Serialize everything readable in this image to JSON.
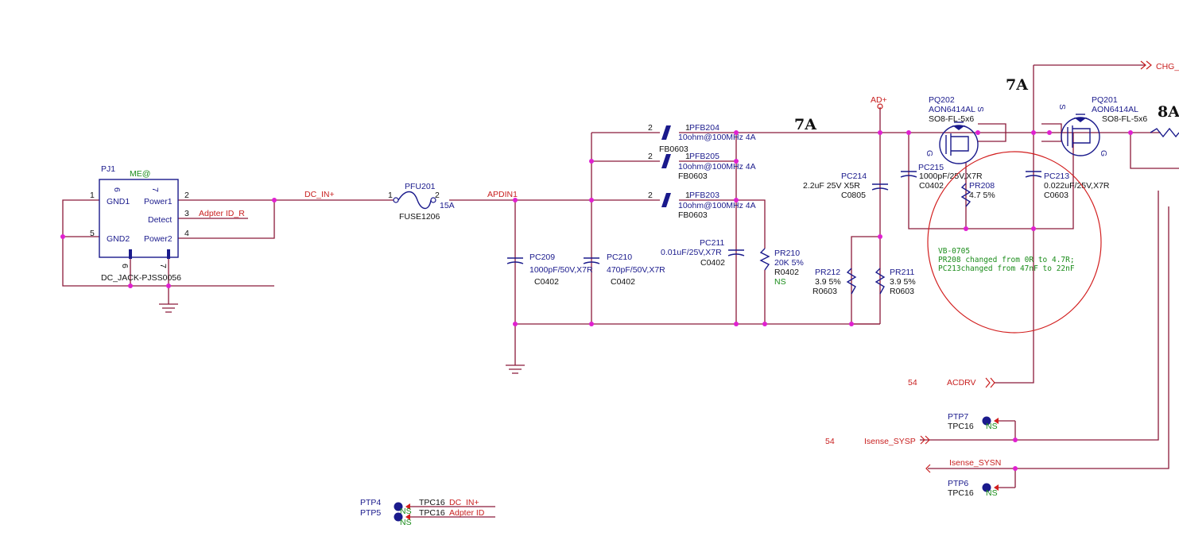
{
  "connector": {
    "refdes": "PJ1",
    "tag": "ME@",
    "part": "DC_JACK-PJSS0056",
    "pin_names": [
      "GND1",
      "GND2",
      "Power1",
      "Detect",
      "Power2"
    ],
    "pin_numbers": [
      "1",
      "5",
      "2",
      "3",
      "4",
      "6",
      "7",
      "6",
      "7"
    ]
  },
  "nets": {
    "dc_in": "DC_IN+",
    "adapter_id_r": "Adpter ID_R",
    "apdin": "APDIN1",
    "ad_plus": "AD+",
    "chg": "CHG_",
    "acdrv": "ACDRV",
    "isense_sysp": "Isense_SYSP",
    "isense_sysn": "Isense_SYSN",
    "adapter_id": "Adpter ID",
    "page_ref": "54"
  },
  "fuse": {
    "refdes": "PFU201",
    "pin1": "1",
    "pin2": "2",
    "rating": "15A",
    "package": "FUSE1206"
  },
  "ferrites": [
    {
      "refdes": "PFB204",
      "pin1": "1",
      "pin2": "2",
      "value": "10ohm@100MHz 4A",
      "package": "FB0603"
    },
    {
      "refdes": "PFB205",
      "pin1": "1",
      "pin2": "2",
      "value": "10ohm@100MHz 4A",
      "package": "FB0603"
    },
    {
      "refdes": "PFB203",
      "pin1": "1",
      "pin2": "2",
      "value": "10ohm@100MHz 4A",
      "package": "FB0603"
    }
  ],
  "capacitors": [
    {
      "refdes": "PC209",
      "value": "1000pF/50V,X7R",
      "package": "C0402"
    },
    {
      "refdes": "PC210",
      "value": "470pF/50V,X7R",
      "package": "C0402"
    },
    {
      "refdes": "PC211",
      "value": "0.01uF/25V,X7R",
      "package": "C0402"
    },
    {
      "refdes": "PC214",
      "value": "2.2uF 25V X5R",
      "package": "C0805"
    },
    {
      "refdes": "PC215",
      "value": "1000pF/25V,X7R",
      "package": "C0402"
    },
    {
      "refdes": "PC213",
      "value": "0.022uF/25V,X7R",
      "package": "C0603"
    }
  ],
  "resistors": [
    {
      "refdes": "PR210",
      "value": "20K 5%",
      "package": "R0402",
      "note": "NS"
    },
    {
      "refdes": "PR212",
      "value": "3.9 5%",
      "package": "R0603"
    },
    {
      "refdes": "PR211",
      "value": "3.9 5%",
      "package": "R0603"
    },
    {
      "refdes": "PR208",
      "value": "4.7 5%"
    }
  ],
  "mosfets": [
    {
      "refdes": "PQ202",
      "part": "AON6414AL",
      "package": "SO8-FL-5x6",
      "pin_s": "S",
      "pin_g": "G"
    },
    {
      "refdes": "PQ201",
      "part": "AON6414AL",
      "package": "SO8-FL-5x6",
      "pin_s": "S",
      "pin_g": "G"
    }
  ],
  "current_labels": [
    "7A",
    "7A",
    "8A"
  ],
  "annotation": {
    "title": "VB-0705",
    "line1": "PR208 changed from 0R to 4.7R;",
    "line2": "PC213changed from 47nF to 22nF"
  },
  "test_points": [
    {
      "refdes": "PTP7",
      "part": "TPC16",
      "note": "NS"
    },
    {
      "refdes": "PTP6",
      "part": "TPC16",
      "note": "NS"
    },
    {
      "refdes": "PTP4",
      "part": "TPC16",
      "note": "NS"
    },
    {
      "refdes": "PTP5",
      "part": "TPC16",
      "note": "NS"
    }
  ],
  "colors": {
    "wire": "#8b1a3a",
    "component": "#1a1a8c",
    "net_label": "#c81e1e",
    "junction": "#e020d0",
    "annotation": "#1a8c1a"
  }
}
